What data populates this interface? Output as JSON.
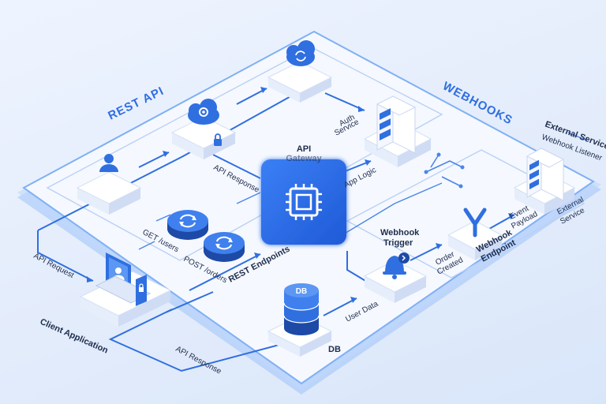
{
  "zones": {
    "rest_api": "REST API",
    "webhooks": "WEBHOOKS"
  },
  "gateway": {
    "label_line1": "API",
    "label_line2": "Gateway",
    "icon": "chip-icon",
    "accent": "#2f6fe0"
  },
  "flow_labels": {
    "auth_service": [
      "Auth",
      "Service"
    ],
    "api_response_top": "API Response",
    "app_logic": "App Logic",
    "get_users": "GET /users",
    "post_orders": "POST /orders",
    "rest_endpoints": "REST Endpoints",
    "api_request": "API Request",
    "client_application": "Client Application",
    "api_response_bottom": "API Response",
    "db_label": "DB",
    "db_icon_text": "DB",
    "user_data": "User Data",
    "webhook_trigger": [
      "Webhook",
      "Trigger"
    ],
    "order_created": [
      "Order",
      "Created"
    ],
    "webhook_endpoint": [
      "Webhook",
      "Endpoint"
    ],
    "event_payload": [
      "Event",
      "Payload"
    ],
    "external_service_small": [
      "External",
      "Service"
    ],
    "external_service_title": "External Service",
    "webhook_listener": "Webhook Listener"
  },
  "icons": {
    "cloud_sync": "cloud-sync-icon",
    "cloud_settings": "cloud-gear-icon",
    "lock": "lock-icon",
    "user": "user-icon",
    "server": "server-icon",
    "sync_a": "sync-icon",
    "sync_b": "sync-icon",
    "laptop": "laptop-icon",
    "phone": "phone-icon",
    "bell": "bell-icon",
    "webhook_y": "webhook-icon",
    "database": "database-icon",
    "circuit": "circuit-icon"
  },
  "colors": {
    "primary": "#2f6fe0",
    "dark_blue": "#1d4aa6",
    "platform_top": "#f5f8fe",
    "platform_edge": "#7fb0f5",
    "text": "#1f2d4d"
  }
}
